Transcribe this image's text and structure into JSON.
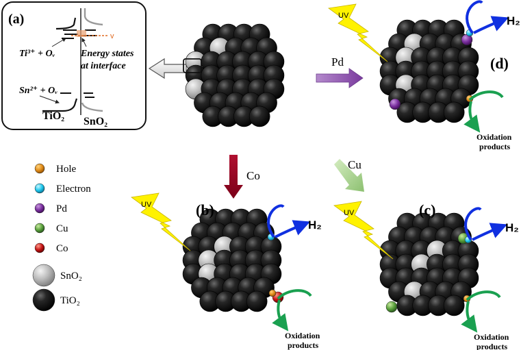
{
  "inset": {
    "label": "(a)",
    "ti_state": "Ti³⁺ + Oᵥ",
    "sn_state": "Sn²⁺ + Oᵥ",
    "energy_line1": "Energy states",
    "energy_line2": "at interface",
    "tio2": "TiO₂",
    "sno2": "SnO₂",
    "v_marker": "v"
  },
  "panels": {
    "b": "(b)",
    "c": "(c)",
    "d": "(d)"
  },
  "arrows": {
    "pd": "Pd",
    "co": "Co",
    "cu": "Cu"
  },
  "uv": "UV",
  "h2": "H₂",
  "oxidation": [
    "Oxidation",
    "products"
  ],
  "legend": [
    {
      "label": "Hole",
      "color": "#e08c1a",
      "icon": "hole-particle"
    },
    {
      "label": "Electron",
      "color": "#1ec8ee",
      "icon": "electron-particle"
    },
    {
      "label": "Pd",
      "color": "#7a2f9e",
      "icon": "pd-particle"
    },
    {
      "label": "Cu",
      "color": "#5aa03c",
      "icon": "cu-particle"
    },
    {
      "label": "Co",
      "color": "#c41414",
      "icon": "co-particle"
    },
    {
      "label": "SnO₂",
      "color": "#b8b8b8",
      "icon": "sno2-sphere"
    },
    {
      "label": "TiO₂",
      "color": "#1a1a1a",
      "icon": "tio2-sphere"
    }
  ],
  "colors": {
    "tio2": "#1a1a1a",
    "sno2": "#b8b8b8",
    "electron": "#1ec8ee",
    "hole": "#e08c1a",
    "h2_arrow": "#1030e0",
    "ox_arrow": "#1aa050",
    "uv_bolt": "#fff200",
    "pd_arrow": "#9a6ab4",
    "co_arrow": "#b01030",
    "cu_arrow": "#a8d090"
  }
}
